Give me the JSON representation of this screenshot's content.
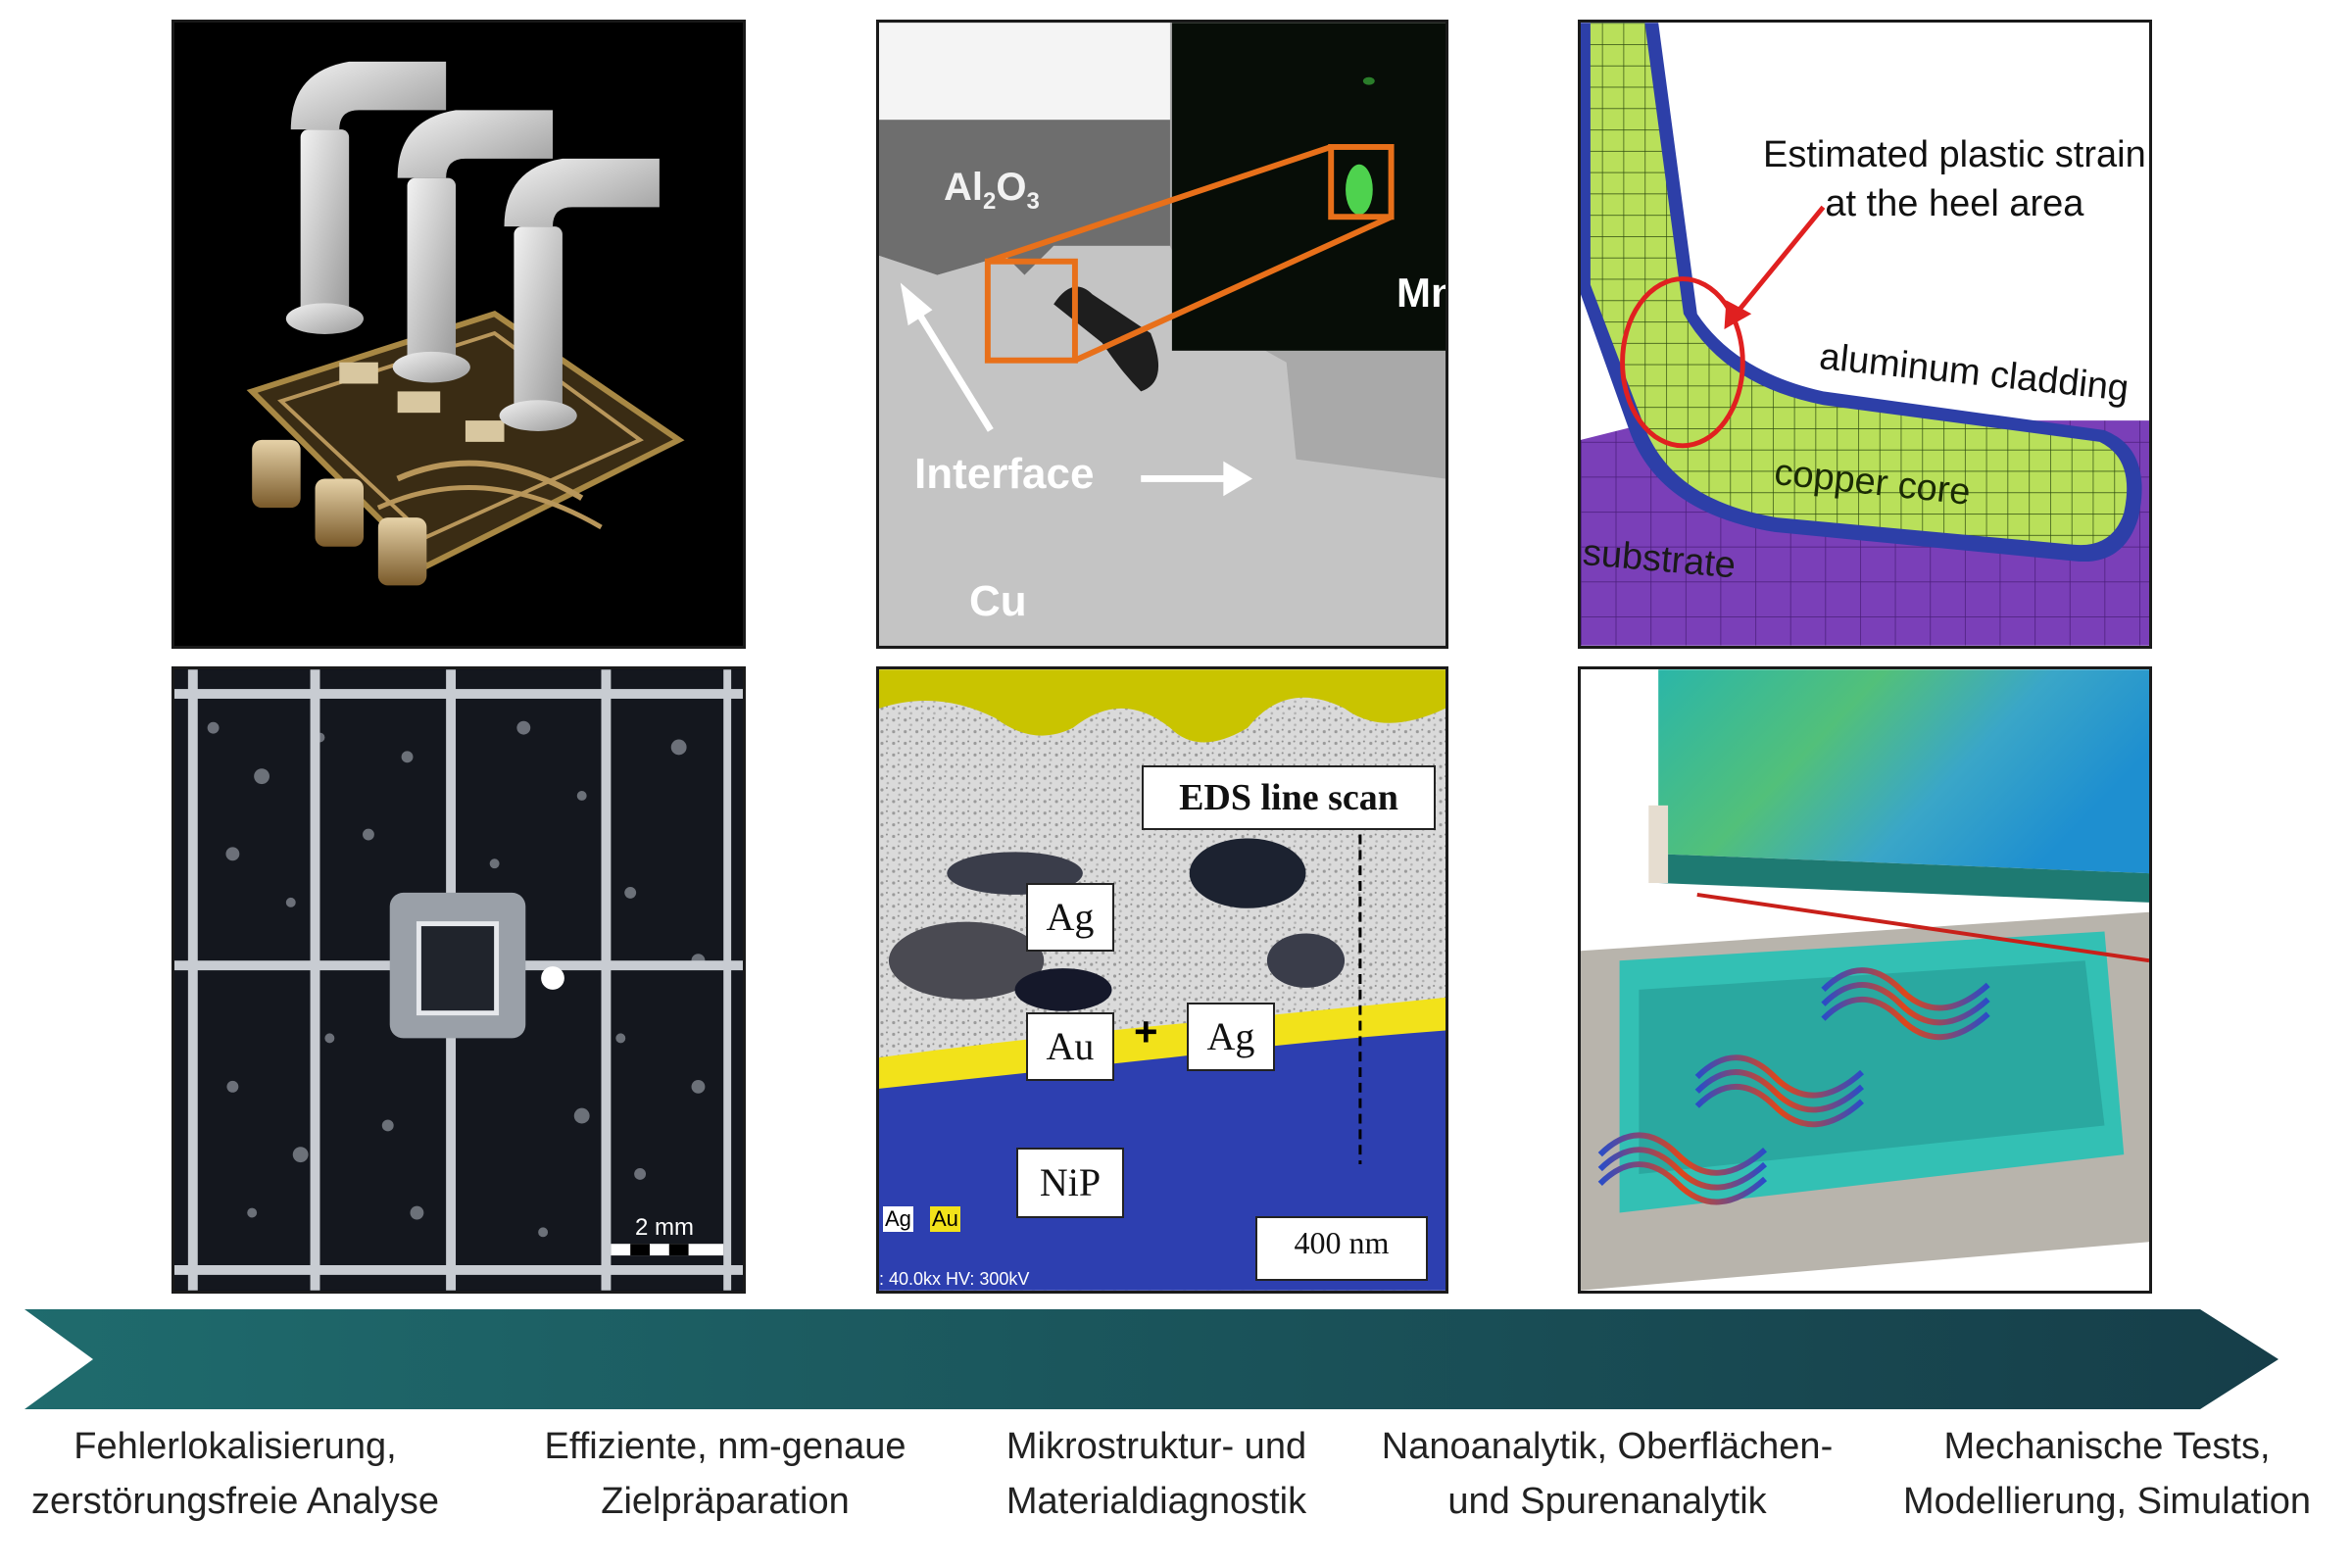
{
  "panels": {
    "tem_interface": {
      "material_top": "Al2O3",
      "material_bottom": "Cu",
      "interface_label": "Interface",
      "element_label": "Mn"
    },
    "wire_bond_model": {
      "annotation_line1": "Estimated plastic strain",
      "annotation_line2": "at the heel area",
      "cladding_label": "aluminum cladding",
      "core_label": "copper core",
      "substrate_label": "substrate"
    },
    "xray_image": {
      "scale_label": "2 mm"
    },
    "eds_image": {
      "scan_label": "EDS line scan",
      "phase_ag_top": "Ag",
      "phase_au": "Au",
      "plus": "+",
      "phase_ag_right": "Ag",
      "phase_nip": "NiP",
      "legend_ag": "Ag",
      "legend_au": "Au",
      "scale_label": "400 nm",
      "footer": ": 40.0kx  HV: 300kV"
    }
  },
  "stages": [
    {
      "line1": "Fehlerlokalisierung,",
      "line2": "zerstörungsfreie Analyse"
    },
    {
      "line1": "Effiziente, nm-genaue",
      "line2": "Zielpräparation"
    },
    {
      "line1": "Mikrostruktur- und",
      "line2": "Materialdiagnostik"
    },
    {
      "line1": "Nanoanalytik, Oberflächen-",
      "line2": "und Spurenanalytik"
    },
    {
      "line1": "Mechanische Tests,",
      "line2": "Modellierung, Simulation"
    }
  ],
  "colors": {
    "arrow_start": "#1f6b6d",
    "arrow_end": "#163e49",
    "highlight_orange": "#e8701a",
    "annotation_red": "#e02020",
    "copper_core_green": "#b9e05a",
    "substrate_purple": "#7a3fb8"
  }
}
